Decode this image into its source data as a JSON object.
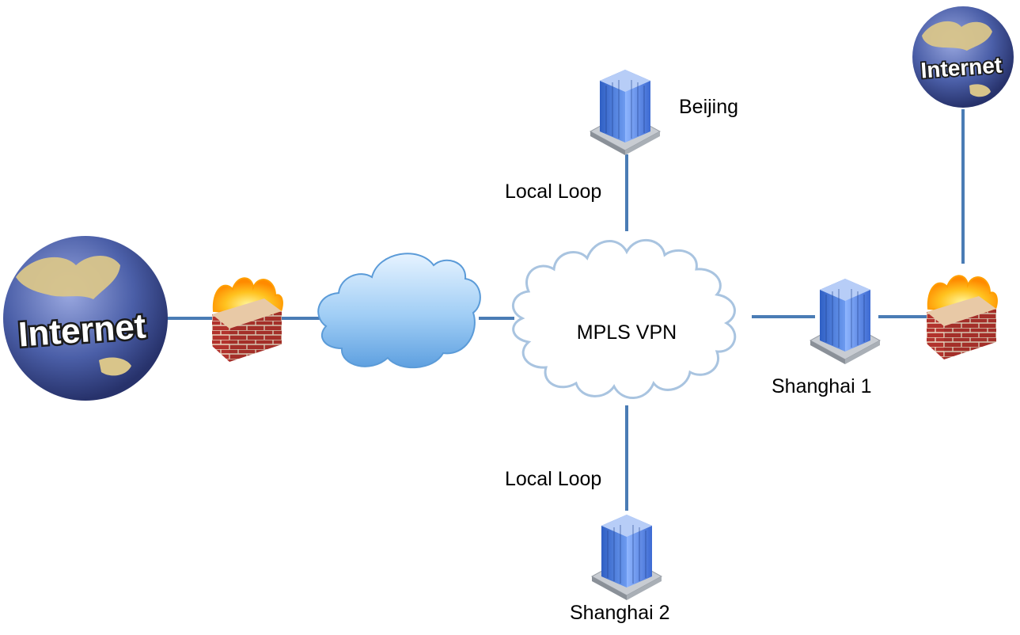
{
  "colors": {
    "link": "#4a7cb5",
    "globe_ocean": "#4b5fa8",
    "globe_land": "#d9c58a",
    "building": "#3f74d6",
    "brick": "#a8302c",
    "fire": "#ffb300"
  },
  "nodes": {
    "internet_left": {
      "label": "Internet",
      "icon": "globe-icon"
    },
    "internet_right": {
      "label": "Internet",
      "icon": "globe-icon"
    },
    "firewall_left": {
      "icon": "firewall-icon"
    },
    "firewall_right": {
      "icon": "firewall-icon"
    },
    "cloud_left": {
      "icon": "cloud-icon"
    },
    "mpls": {
      "label": "MPLS VPN",
      "icon": "cloud-icon"
    },
    "beijing": {
      "label": "Beijing",
      "icon": "building-icon"
    },
    "shanghai1": {
      "label": "Shanghai 1",
      "icon": "building-icon"
    },
    "shanghai2": {
      "label": "Shanghai 2",
      "icon": "building-icon"
    }
  },
  "links": {
    "beijing_loop": "Local Loop",
    "shanghai2_loop": "Local Loop"
  }
}
